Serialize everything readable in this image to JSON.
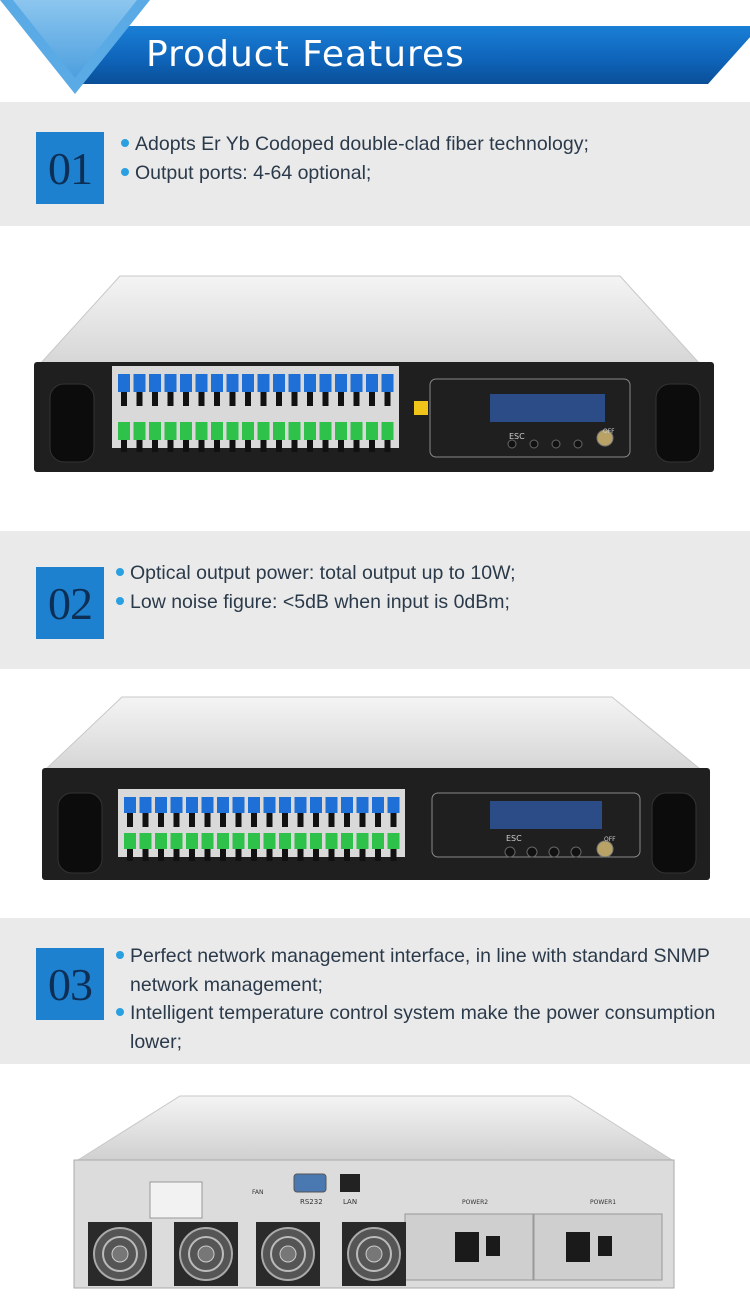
{
  "header": {
    "title": "Product Features"
  },
  "features": [
    {
      "number": "01",
      "bullets": [
        "Adopts Er Yb Codoped double-clad fiber technology;",
        "Output ports: 4-64 optional;"
      ]
    },
    {
      "number": "02",
      "bullets": [
        "Optical output power: total output up to 10W;",
        "Low noise figure: <5dB when input is 0dBm;"
      ]
    },
    {
      "number": "03",
      "bullets": [
        "Perfect network management interface, in line with standard SNMP network management;",
        "Intelligent temperature control system make the power consumption lower;"
      ]
    }
  ],
  "photos": {
    "front1": {
      "port_labels": [
        "ESC",
        "OFF"
      ]
    },
    "front2": {
      "port_labels": [
        "ESC",
        "OFF"
      ]
    },
    "rear": {
      "labels": [
        "RS232",
        "LAN",
        "POWER2",
        "POWER1",
        "FAN"
      ]
    }
  },
  "colors": {
    "accent": "#1d81cf",
    "banner": "#0e63b8",
    "panel_bg": "#eaeaea",
    "bullet": "#2aa0e0"
  }
}
